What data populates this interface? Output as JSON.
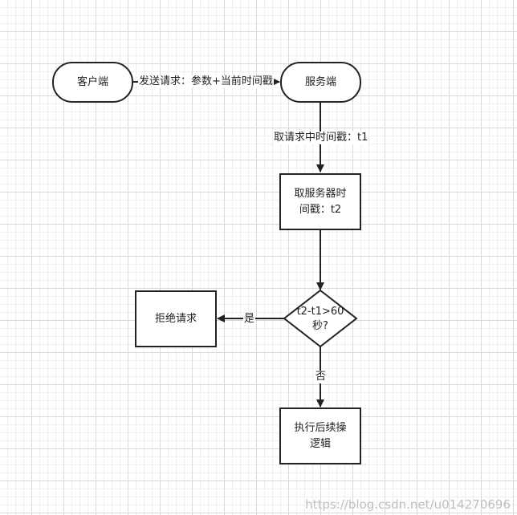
{
  "nodes": {
    "client": "客户端",
    "server": "服务端",
    "get_server_time": "取服务器时间戳：t2",
    "condition": "t2-t1>60秒?",
    "reject": "拒绝请求",
    "continue": "执行后续操逻辑"
  },
  "edges": {
    "send_request": "发送请求：参数+当前时间戳",
    "take_request_time": "取请求中时间戳：t1",
    "yes": "是",
    "no": "否"
  },
  "watermark": "https://blog.csdn.net/u014270696"
}
